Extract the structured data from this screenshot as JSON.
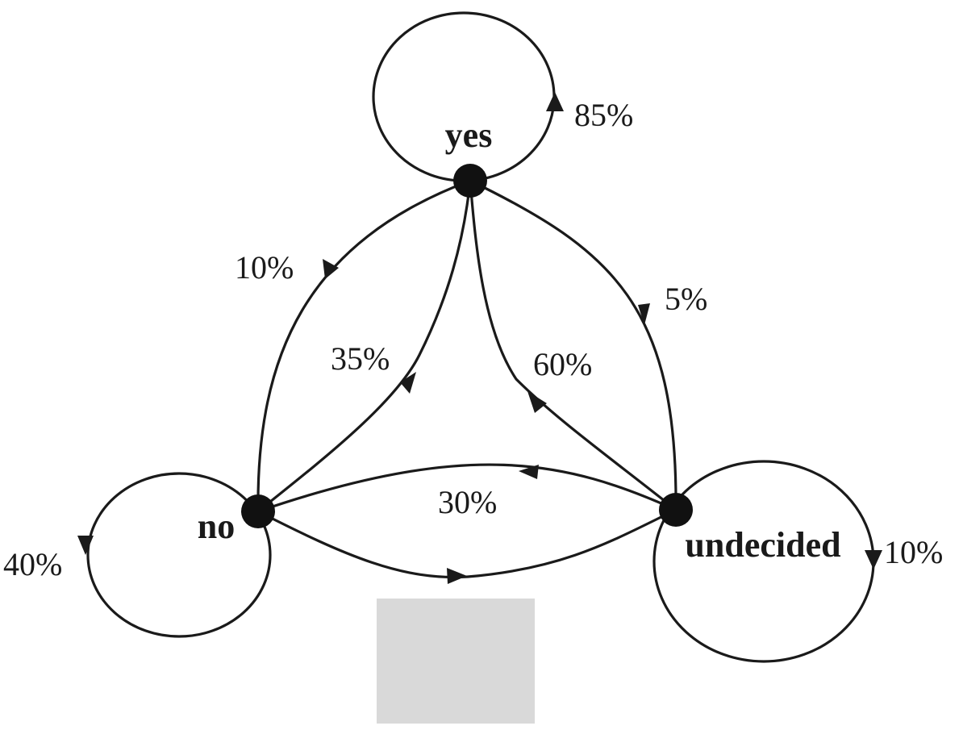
{
  "nodes": {
    "yes": {
      "label": "yes"
    },
    "no": {
      "label": "no"
    },
    "undecided": {
      "label": "undecided"
    }
  },
  "transitions": {
    "yes_yes": "85%",
    "yes_no": "10%",
    "yes_undecided": "5%",
    "no_yes": "35%",
    "no_no": "40%",
    "undecided_yes": "60%",
    "undecided_no": "30%",
    "undecided_undecided": "10%"
  },
  "colors": {
    "ink": "#1a1a1a",
    "node": "#111111",
    "placeholder": "#d9d9d9"
  }
}
